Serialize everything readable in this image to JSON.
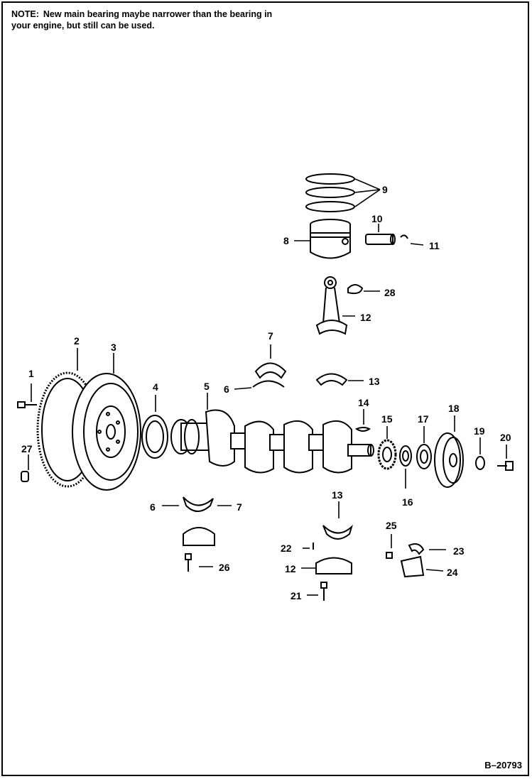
{
  "note": {
    "lead": "NOTE:",
    "text": "New main bearing maybe narrower than the bearing in your engine, but still can be used."
  },
  "figure_number": "B–20793",
  "callouts": {
    "c1": "1",
    "c2": "2",
    "c3": "3",
    "c4": "4",
    "c5": "5",
    "c6a": "6",
    "c6b": "6",
    "c7a": "7",
    "c7b": "7",
    "c8": "8",
    "c9": "9",
    "c10": "10",
    "c11": "11",
    "c12a": "12",
    "c12b": "12",
    "c13a": "13",
    "c13b": "13",
    "c14": "14",
    "c15": "15",
    "c16": "16",
    "c17": "17",
    "c18": "18",
    "c19": "19",
    "c20": "20",
    "c21": "21",
    "c22": "22",
    "c23": "23",
    "c24": "24",
    "c25": "25",
    "c26": "26",
    "c27": "27",
    "c28": "28"
  }
}
